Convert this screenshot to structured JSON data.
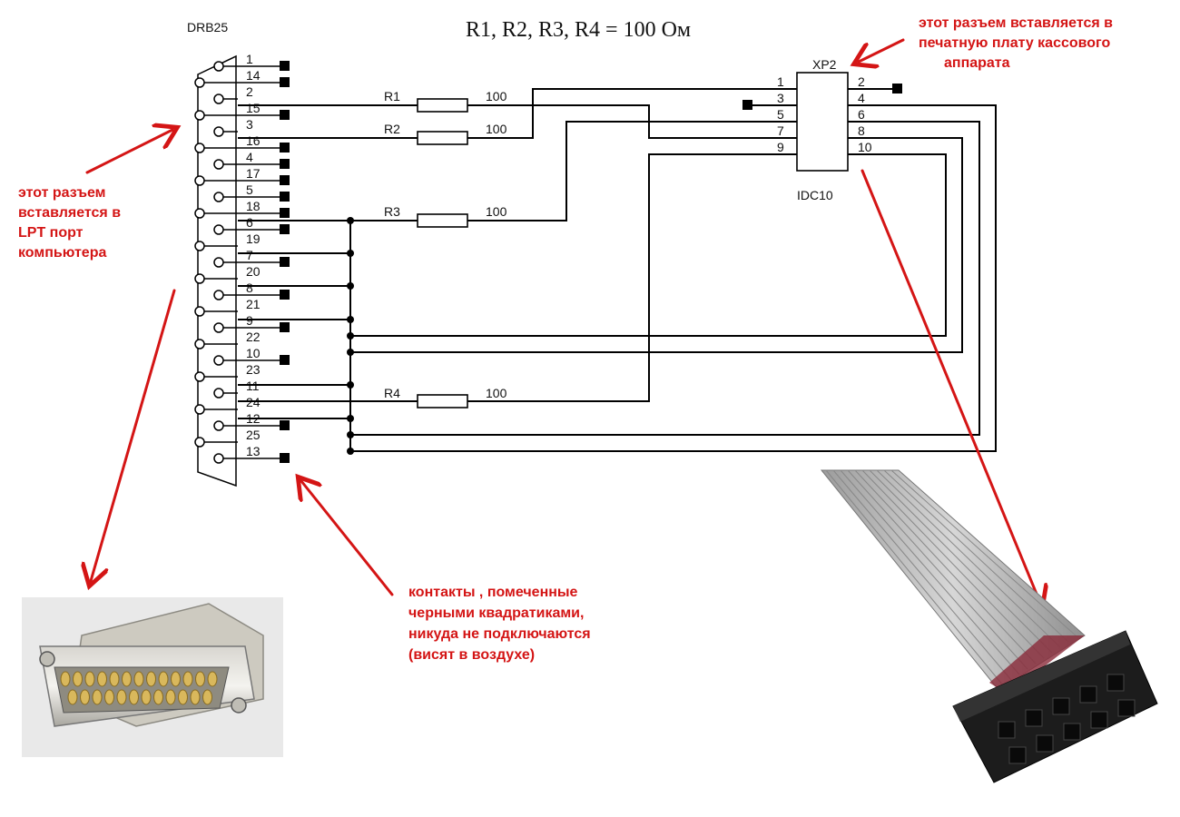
{
  "title": "R1, R2, R3, R4 = 100 Ом",
  "connector_left": {
    "name": "DRB25",
    "pins_top": [
      "1",
      "2",
      "3",
      "4",
      "5",
      "6",
      "7",
      "8",
      "9",
      "10",
      "11",
      "12",
      "13"
    ],
    "pins_bottom": [
      "14",
      "15",
      "16",
      "17",
      "18",
      "19",
      "20",
      "21",
      "22",
      "23",
      "24",
      "25"
    ],
    "unconnected_label": "контакты , помеченные черными квадратиками, никуда не подключаются (висят в воздухе)"
  },
  "connector_right": {
    "name": "XP2",
    "type": "IDC10",
    "pins_left": [
      "1",
      "3",
      "5",
      "7",
      "9"
    ],
    "pins_right": [
      "2",
      "4",
      "6",
      "8",
      "10"
    ]
  },
  "resistors": [
    {
      "name": "R1",
      "value": "100"
    },
    {
      "name": "R2",
      "value": "100"
    },
    {
      "name": "R3",
      "value": "100"
    },
    {
      "name": "R4",
      "value": "100"
    }
  ],
  "notes": {
    "left_lines": [
      "этот разъем",
      "вставляется в",
      "LPT  порт",
      "компьютера"
    ],
    "right_lines": [
      "этот разъем вставляется  в",
      "печатную плату кассового",
      "аппарата"
    ],
    "bottom_lines": [
      "контакты , помеченные",
      "черными квадратиками,",
      "никуда не подключаются",
      "(висят в воздухе)"
    ]
  },
  "photos": {
    "db25": "db25-connector-photo",
    "idc10": "idc10-ribbon-cable-photo"
  },
  "colors": {
    "annotation": "#d41515",
    "wire": "#000000"
  }
}
